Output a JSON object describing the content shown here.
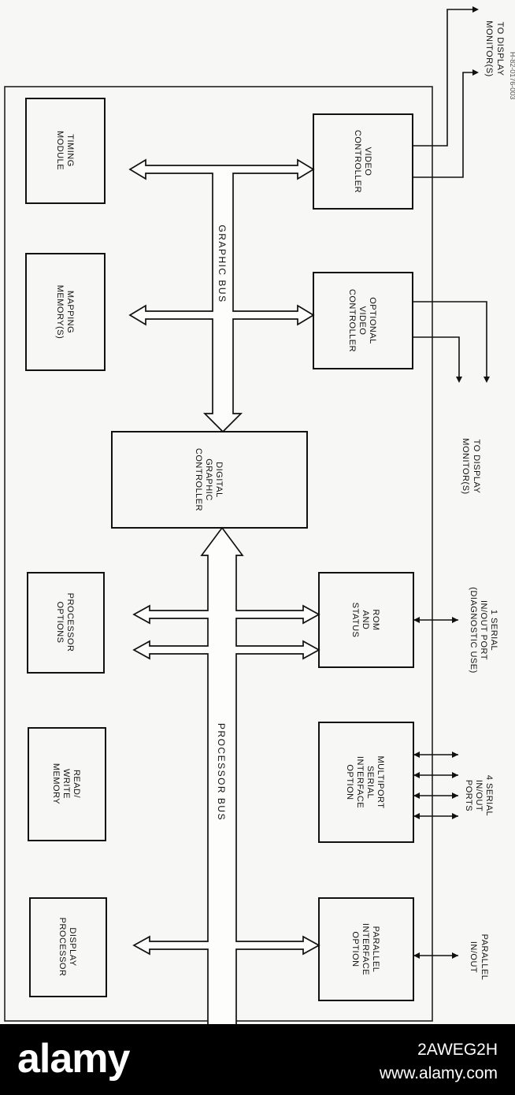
{
  "diagram": {
    "blocks": {
      "timing_module": [
        "TIMING",
        "MODULE"
      ],
      "mapping_memory": [
        "MAPPING",
        "MEMORY(S)"
      ],
      "processor_options": [
        "PROCESSOR",
        "OPTIONS"
      ],
      "read_write_memory": [
        "READ/",
        "WRITE",
        "MEMORY"
      ],
      "display_processor": [
        "DISPLAY",
        "PROCESSOR"
      ],
      "video_controller": [
        "VIDEO",
        "CONTROLLER"
      ],
      "optional_video_controller": [
        "OPTIONAL",
        "VIDEO",
        "CONTROLLER"
      ],
      "digital_graphic_controller": [
        "DIGITAL",
        "GRAPHIC",
        "CONTROLLER"
      ],
      "rom_and_status": [
        "ROM",
        "AND",
        "STATUS"
      ],
      "multiport_serial_interface": [
        "MULTIPORT",
        "SERIAL",
        "INTERFACE",
        "OPTION"
      ],
      "parallel_interface_option": [
        "PARALLEL",
        "INTERFACE",
        "OPTION"
      ]
    },
    "buses": {
      "graphic_bus": "GRAPHIC BUS",
      "processor_bus": "PROCESSOR BUS"
    },
    "external": {
      "to_display_top": [
        "TO DISPLAY",
        "MONITOR(S)"
      ],
      "to_display_mid": [
        "TO DISPLAY",
        "MONITOR(S)"
      ],
      "serial_diag_port": [
        "1 SERIAL",
        "IN/OUT PORT",
        "(DIAGNOSTIC USE)"
      ],
      "serial_ports": [
        "4 SERIAL",
        "IN/OUT",
        "PORTS"
      ],
      "parallel_io": [
        "PARALLEL",
        "IN/OUT"
      ]
    },
    "figure_ref": "H-82-0176-003"
  },
  "watermark": {
    "logo": "alamy",
    "image_id": "2AWEG2H",
    "site": "www.alamy.com"
  }
}
